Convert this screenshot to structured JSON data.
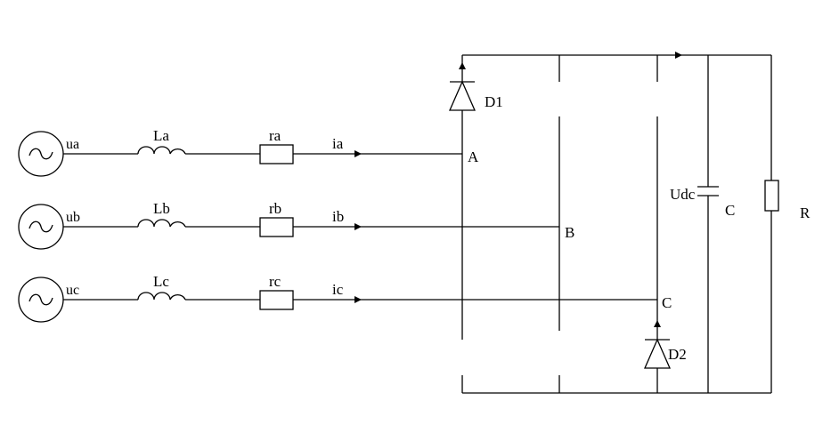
{
  "diagram": {
    "type": "three-phase circuit schematic",
    "phases": [
      {
        "source": "ua",
        "inductor": "La",
        "resistor": "ra",
        "current": "ia",
        "node": "A"
      },
      {
        "source": "ub",
        "inductor": "Lb",
        "resistor": "rb",
        "current": "ib",
        "node": "B"
      },
      {
        "source": "uc",
        "inductor": "Lc",
        "resistor": "rc",
        "current": "ic",
        "node": "C"
      }
    ],
    "diodes": {
      "upper": "D1",
      "lower": "D2"
    },
    "dc_link": {
      "voltage": "Udc",
      "capacitor": "C",
      "load": "R"
    }
  }
}
